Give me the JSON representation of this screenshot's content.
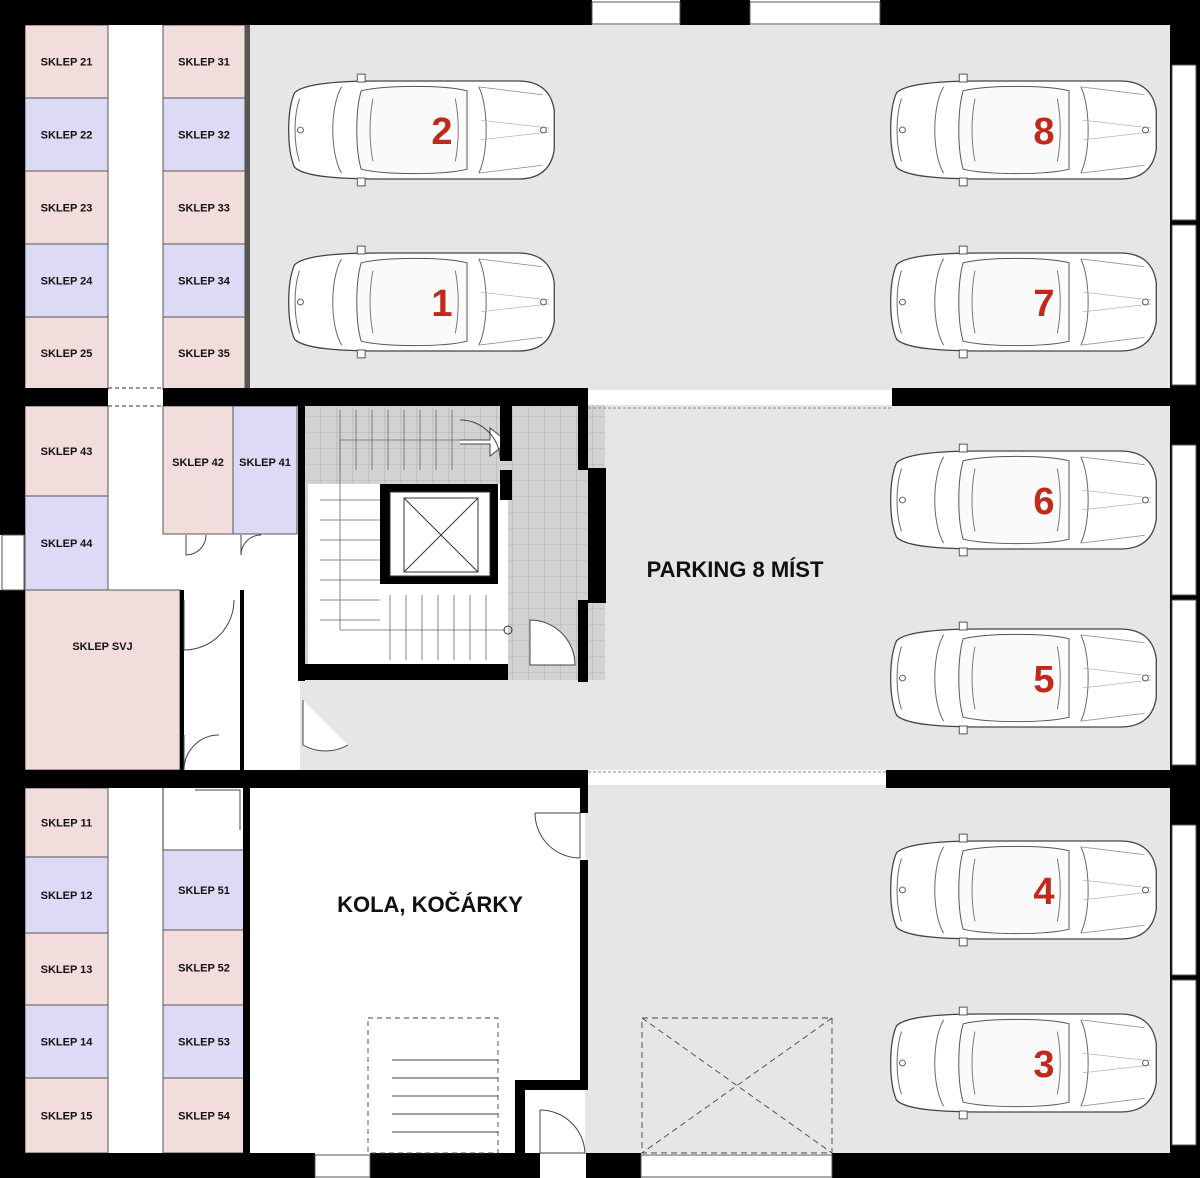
{
  "plan": {
    "parking_label": "PARKING 8 MÍST",
    "bike_room_label": "KOLA, KOČÁRKY",
    "colors": {
      "pink": "#f2dcdc",
      "lavender": "#dcdaf5",
      "parking_floor": "#e6e6e6",
      "stair_floor": "#d2d2d2",
      "wall": "#000000",
      "parking_number": "#c0291c"
    },
    "cellars": [
      {
        "label": "SKLEP 21",
        "color": "pink"
      },
      {
        "label": "SKLEP 22",
        "color": "lavender"
      },
      {
        "label": "SKLEP 23",
        "color": "pink"
      },
      {
        "label": "SKLEP 24",
        "color": "lavender"
      },
      {
        "label": "SKLEP 25",
        "color": "pink"
      },
      {
        "label": "SKLEP 31",
        "color": "pink"
      },
      {
        "label": "SKLEP 32",
        "color": "lavender"
      },
      {
        "label": "SKLEP 33",
        "color": "pink"
      },
      {
        "label": "SKLEP 34",
        "color": "lavender"
      },
      {
        "label": "SKLEP 35",
        "color": "pink"
      },
      {
        "label": "SKLEP 43",
        "color": "pink"
      },
      {
        "label": "SKLEP 44",
        "color": "lavender"
      },
      {
        "label": "SKLEP 42",
        "color": "pink"
      },
      {
        "label": "SKLEP 41",
        "color": "lavender"
      },
      {
        "label": "SKLEP SVJ",
        "color": "pink"
      },
      {
        "label": "SKLEP 11",
        "color": "pink"
      },
      {
        "label": "SKLEP 12",
        "color": "lavender"
      },
      {
        "label": "SKLEP 13",
        "color": "pink"
      },
      {
        "label": "SKLEP 14",
        "color": "lavender"
      },
      {
        "label": "SKLEP 15",
        "color": "pink"
      },
      {
        "label": "SKLEP 51",
        "color": "lavender"
      },
      {
        "label": "SKLEP 52",
        "color": "pink"
      },
      {
        "label": "SKLEP 53",
        "color": "lavender"
      },
      {
        "label": "SKLEP 54",
        "color": "pink"
      }
    ],
    "parking_spots": [
      "2",
      "1",
      "8",
      "7",
      "6",
      "5",
      "4",
      "3"
    ]
  }
}
